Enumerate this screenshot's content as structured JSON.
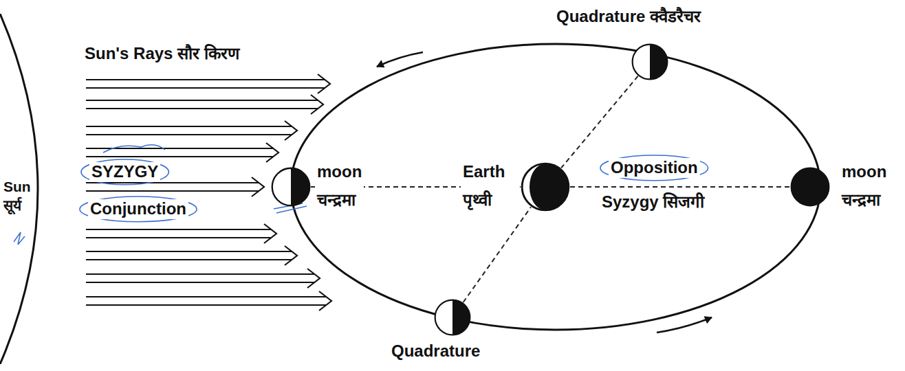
{
  "diagram": {
    "nodes": [
      {
        "text": [
          "Sun सूर्य"
        ]
      },
      {
        "text": [
          "Quadrature क्वैडरैचर"
        ]
      },
      {
        "text": [
          "moon चन्द्रमा"
        ]
      },
      {
        "text": [
          "Earth पृथ्वी"
        ]
      },
      {
        "text": [
          "moon चन्द्रमा"
        ]
      },
      {
        "text": [
          "Quadrature"
        ]
      }
    ],
    "edges": [
      {
        "from": 2,
        "to": 3,
        "arrow": "none"
      },
      {
        "from": 3,
        "to": 4,
        "arrow": "none"
      },
      {
        "from": 1,
        "to": 3,
        "arrow": "none"
      },
      {
        "from": 5,
        "to": 3,
        "arrow": "none"
      }
    ],
    "labels": [
      "Sun's Rays सौर किरण",
      "SYZYGY",
      "Conjunction",
      "Opposition",
      "Syzygy सिजगी"
    ]
  }
}
